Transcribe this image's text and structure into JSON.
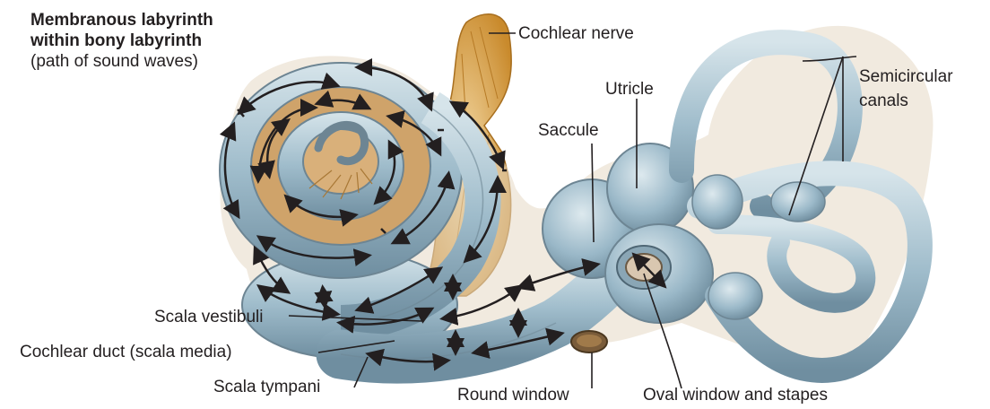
{
  "title": {
    "line1": "Membranous labyrinth",
    "line2": "within bony labyrinth",
    "line3": "(path of sound waves)"
  },
  "labels": {
    "cochlear_nerve": "Cochlear nerve",
    "semicircular_1": "Semicircular",
    "semicircular_2": "canals",
    "utricle": "Utricle",
    "saccule": "Saccule",
    "scala_vestibuli": "Scala vestibuli",
    "cochlear_duct": "Cochlear duct (scala media)",
    "scala_tympani": "Scala tympani",
    "round_window": "Round window",
    "oval_window": "Oval window and stapes"
  },
  "colors": {
    "labyrinth_fill": "#b4cbd6",
    "labyrinth_edge": "#6d8593",
    "bony_tint": "#d9c7b0",
    "nerve": "#d39a3a",
    "arrow": "#231f20"
  }
}
